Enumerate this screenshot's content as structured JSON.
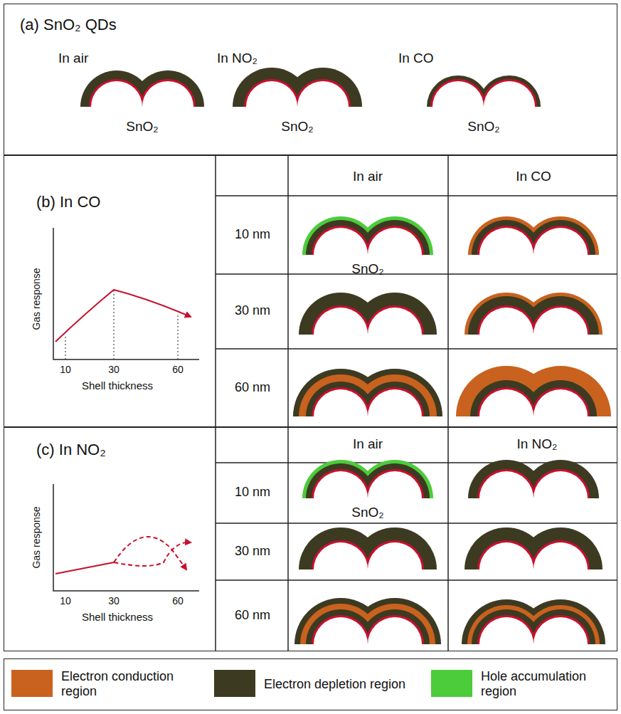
{
  "diagram": {
    "nodes": [
      {
        "text": [
          "(a) SnO₂ QDs"
        ]
      },
      {
        "text": [
          "(b) In CO"
        ]
      },
      {
        "text": [
          "(c) In NO₂"
        ]
      }
    ],
    "labels": [
      "In air",
      "In NO₂",
      "In CO",
      "SnO₂",
      "SnO₂",
      "SnO₂",
      "Gas response",
      "10",
      "30",
      "60",
      "Shell thickness",
      "In air",
      "In CO",
      "10 nm",
      "30 nm",
      "60 nm",
      "SnO₂",
      "Gas response",
      "10",
      "30",
      "60",
      "Shell thickness",
      "In air",
      "In NO₂",
      "10 nm",
      "30 nm",
      "60 nm",
      "SnO₂"
    ],
    "legend": [
      {
        "text": "Electron conduction region",
        "color": "#c8621e"
      },
      {
        "text": "Electron depletion region",
        "color": "#3d3a22"
      },
      {
        "text": "Hole accumulation region",
        "color": "#4ccc3a"
      }
    ]
  }
}
